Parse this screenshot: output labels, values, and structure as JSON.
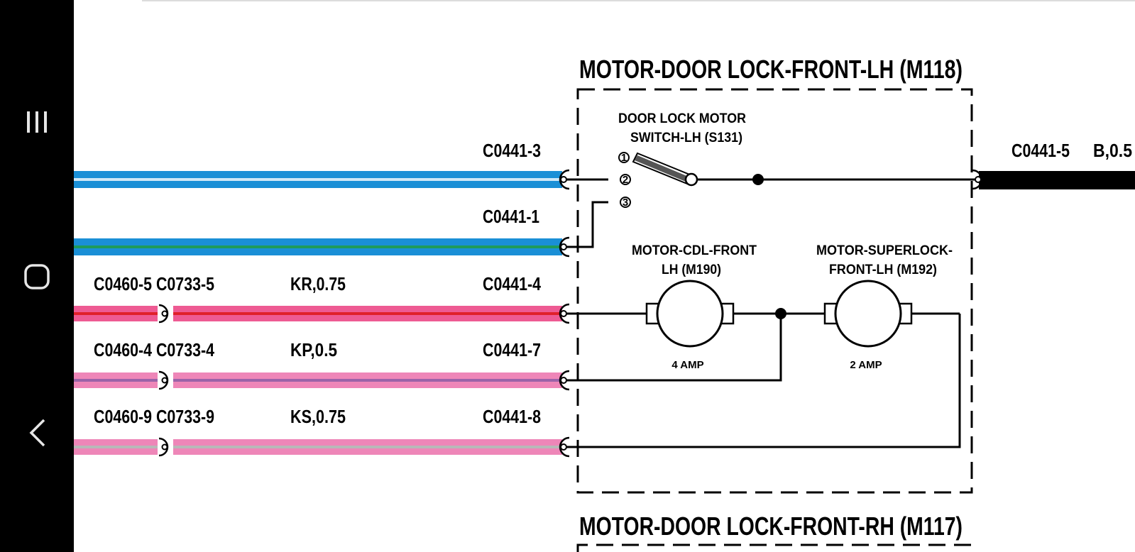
{
  "nav": {
    "recents_icon": "recent-apps-icon",
    "home_icon": "home-icon",
    "back_icon": "back-icon"
  },
  "colors": {
    "wire_blue": "#1a8fd6",
    "wire_red": "#e8407a",
    "wire_pink": "#ee86b8"
  },
  "diagram": {
    "module_lh": {
      "title": "MOTOR-DOOR LOCK-FRONT-LH (M118)",
      "switch_label_1": "DOOR LOCK MOTOR",
      "switch_label_2": "SWITCH-LH (S131)",
      "switch_pins": [
        "1",
        "2",
        "3"
      ],
      "motor1_label_1": "MOTOR-CDL-FRONT",
      "motor1_label_2": "LH (M190)",
      "motor1_amp": "4 AMP",
      "motor2_label_1": "MOTOR-SUPERLOCK-",
      "motor2_label_2": "FRONT-LH (M192)",
      "motor2_amp": "2 AMP"
    },
    "module_rh": {
      "title": "MOTOR-DOOR LOCK-FRONT-RH (M117)"
    },
    "connectors": {
      "c0441_3": "C0441-3",
      "c0441_1": "C0441-1",
      "c0441_4": "C0441-4",
      "c0441_7": "C0441-7",
      "c0441_8": "C0441-8",
      "c0441_5": "C0441-5"
    },
    "rows": [
      {
        "connector": "C0460-5 C0733-5",
        "wire": "KR,0.75"
      },
      {
        "connector": "C0460-4 C0733-4",
        "wire": "KP,0.5"
      },
      {
        "connector": "C0460-9 C0733-9",
        "wire": "KS,0.75"
      }
    ],
    "right_wire": "B,0.5"
  }
}
